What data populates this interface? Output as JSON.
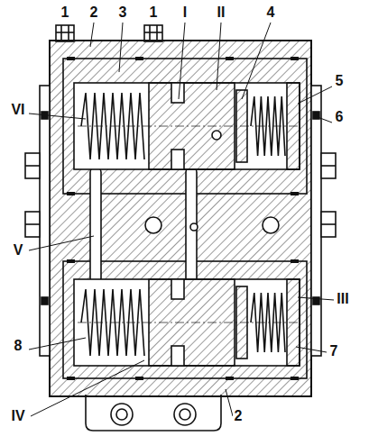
{
  "diagram": {
    "labels": [
      "1",
      "2",
      "3",
      "1",
      "I",
      "II",
      "4",
      "5",
      "6",
      "VI",
      "V",
      "III",
      "8",
      "7",
      "IV",
      "2"
    ]
  }
}
